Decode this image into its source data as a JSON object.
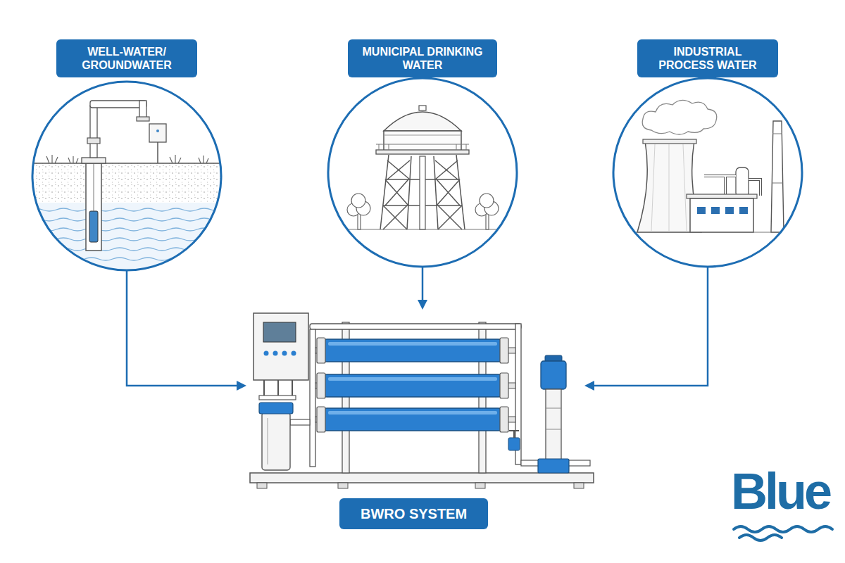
{
  "diagram": {
    "nodes": [
      {
        "text": [
          "WELL-WATER/ GROUNDWATER"
        ]
      },
      {
        "text": [
          "MUNICIPAL DRINKING WATER"
        ]
      },
      {
        "text": [
          "INDUSTRIAL PROCESS WATER"
        ]
      },
      {
        "text": [
          "BWRO SYSTEM"
        ]
      }
    ],
    "edges": [
      {
        "from": 0,
        "to": 3,
        "arrow": "to"
      },
      {
        "from": 1,
        "to": 3,
        "arrow": "to"
      },
      {
        "from": 2,
        "to": 3,
        "arrow": "to"
      }
    ],
    "labels": [
      "Blue"
    ]
  }
}
